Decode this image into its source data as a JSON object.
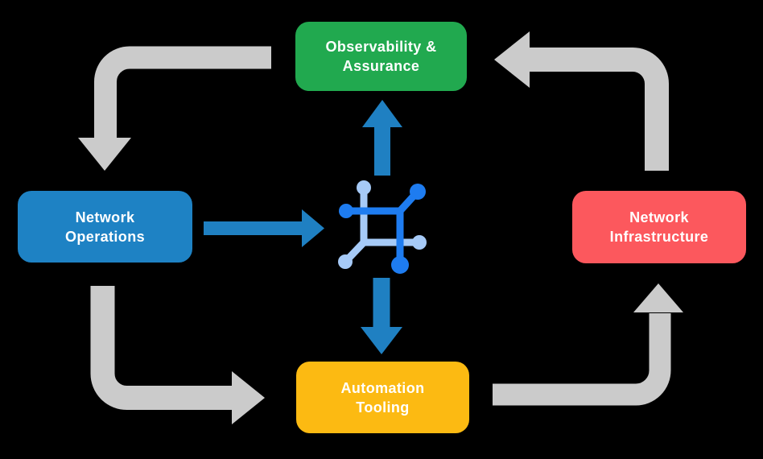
{
  "nodes": {
    "observability": {
      "line1": "Observability &",
      "line2": "Assurance",
      "color": "#21A94F"
    },
    "operations": {
      "line1": "Network",
      "line2": "Operations",
      "color": "#1E82C4"
    },
    "infrastructure": {
      "line1": "Network",
      "line2": "Infrastructure",
      "color": "#FC585D"
    },
    "automation": {
      "line1": "Automation",
      "line2": "Tooling",
      "color": "#FCBA12"
    }
  },
  "arrows": {
    "cycle": [
      {
        "from": "observability",
        "to": "operations",
        "style": "gray-elbow"
      },
      {
        "from": "operations",
        "to": "automation",
        "style": "gray-elbow"
      },
      {
        "from": "automation",
        "to": "infrastructure",
        "style": "gray-elbow"
      },
      {
        "from": "infrastructure",
        "to": "observability",
        "style": "gray-elbow"
      }
    ],
    "flow": [
      {
        "from": "operations",
        "to": "center-icon",
        "style": "blue-straight"
      },
      {
        "from": "center-icon",
        "to": "observability",
        "style": "blue-straight"
      },
      {
        "from": "center-icon",
        "to": "automation",
        "style": "blue-straight"
      }
    ]
  },
  "center_icon": "network-mesh-icon",
  "colors": {
    "background": "#000000",
    "cycle_arrow_gray": "#CBCBCB",
    "flow_arrow_blue": "#1F80C2",
    "icon_dark_blue": "#1E7CF0",
    "icon_light_blue": "#A6CAF7",
    "node_text": "#FFFFFF"
  }
}
